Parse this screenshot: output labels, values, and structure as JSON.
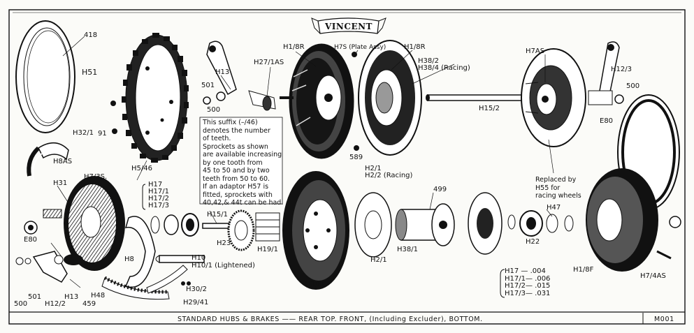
{
  "logo": "VINCENT",
  "caption": {
    "title": "STANDARD   HUBS   &   BRAKES —— REAR TOP.   FRONT,   (Including Excluder),   BOTTOM.",
    "code": "M001"
  },
  "labels": {
    "l418": "418",
    "h51": "H51",
    "h32_1": "H32/1",
    "h8as": "H8AS",
    "h31": "H31",
    "e80_left": "E80",
    "h7_3s": "H7/3S.",
    "h17_group_a": "H17",
    "h17_1_a": "H17/1",
    "h17_2_a": "H17/2",
    "h17_3_a": "H17/3",
    "h8": "H8",
    "l500_bottom": "500",
    "l501_bottom": "501",
    "h12_2": "H12/2",
    "h13_bottom": "H13",
    "l459": "459",
    "h48": "H48",
    "h10": "H10",
    "h10_1": "H10/1 (Lightened)",
    "h30_2": "H30/2",
    "h29_41": "H29/41",
    "l91": "91",
    "h5_46": "H5/46",
    "l501_top": "501",
    "l500_top": "500",
    "h13_top": "H13",
    "h27_1as": "H27/1AS",
    "h1_8r_a": "H1/8R",
    "h7s": "H7S (Plate Assy)",
    "h1_8r_b": "H1/8R",
    "h38_2": "H38/2",
    "h38_4": "H38/4 (Racing)",
    "l589": "589",
    "h2_1_top": "H2/1",
    "h2_2": "H2/2 (Racing)",
    "h15_2": "H15/2",
    "h7as": "H7AS",
    "h12_3": "H12/3",
    "l500_right": "500",
    "e80_right": "E80",
    "h15_1": "H15/1",
    "h23": "H23",
    "h19_1": "H19/1",
    "h1_8f_mid": "H1/8F",
    "l499": "499",
    "h2_1_mid": "H2/1",
    "h38_1": "H38/1",
    "h47": "H47",
    "h22": "H22",
    "h1_8f_right": "H1/8F",
    "h7_4as": "H7/4AS"
  },
  "sprocket_note": [
    "This  suffix  (–/46)",
    "denotes  the  number",
    "of  teeth.",
    "Sprockets as shown",
    "are available increasing",
    "by one tooth from",
    "45 to 50 and by two",
    "teeth from 50 to 60.",
    "If an adaptor H57 is",
    "fitted, sprockets with",
    "40,42,& 44t can be had."
  ],
  "replaced_note": [
    "Replaced by",
    "H55   for",
    "racing wheels"
  ],
  "shim_table": [
    "H17  — .004",
    "H17/1— .006",
    "H17/2— .015",
    "H17/3— .031"
  ]
}
